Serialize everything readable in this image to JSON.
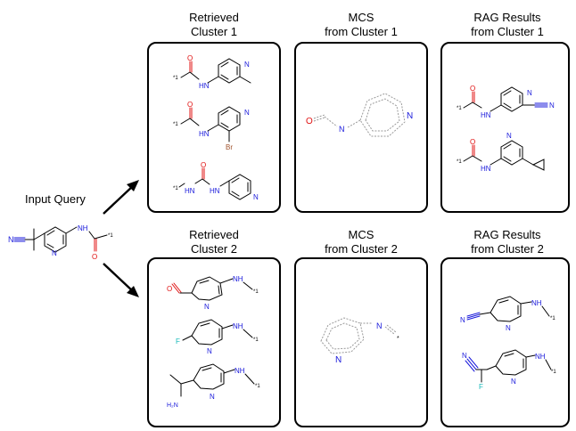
{
  "input": {
    "label": "Input Query"
  },
  "headers": {
    "row1": {
      "retrieved": [
        "Retrieved",
        "Cluster 1"
      ],
      "mcs": [
        "MCS",
        "from Cluster 1"
      ],
      "rag": [
        "RAG Results",
        "from Cluster 1"
      ]
    },
    "row2": {
      "retrieved": [
        "Retrieved",
        "Cluster 2"
      ],
      "mcs": [
        "MCS",
        "from Cluster 2"
      ],
      "rag": [
        "RAG Results",
        "from Cluster 2"
      ]
    }
  },
  "atoms": {
    "N": "N",
    "O": "O",
    "NH": "NH",
    "H": "H",
    "H2N": "H₂N",
    "Br": "Br",
    "F": "F",
    "star1": "*1",
    "star": "*"
  },
  "colors": {
    "N": "#1a1adb",
    "O": "#e01010",
    "Br": "#a0522d",
    "F": "#14b8b8",
    "mcs": "#9a9a9a"
  }
}
